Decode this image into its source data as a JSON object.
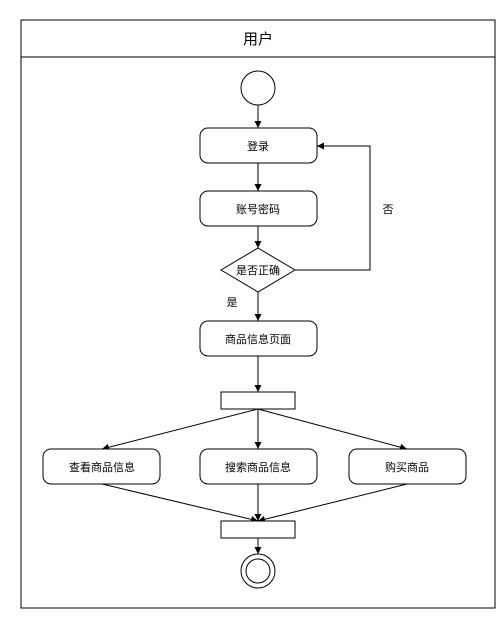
{
  "swimlane": {
    "title": "用户"
  },
  "nodes": {
    "login": "登录",
    "account_password": "账号密码",
    "is_correct": "是否正确",
    "product_info_page": "商品信息页面",
    "view_product_info": "查看商品信息",
    "search_product_info": "搜索商品信息",
    "buy_product": "购买商品"
  },
  "edges": {
    "no_label": "否",
    "yes_label": "是"
  },
  "colors": {
    "stroke": "#000000",
    "fill": "#ffffff"
  }
}
